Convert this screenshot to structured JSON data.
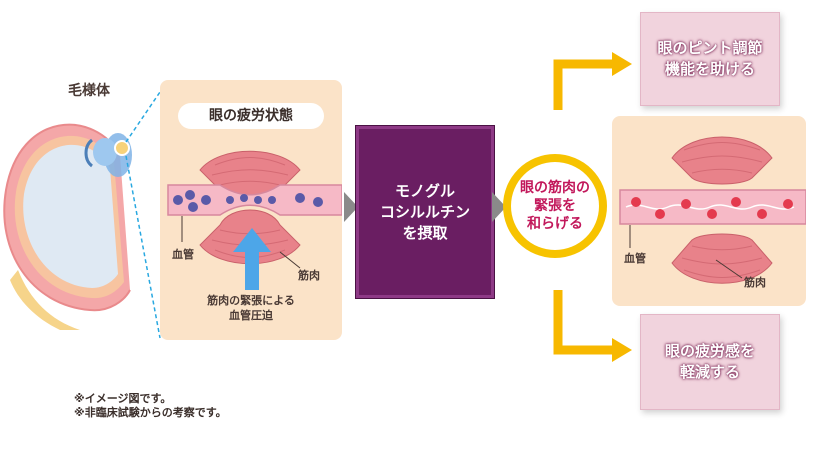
{
  "eye_label": "毛様体",
  "left_panel": {
    "title": "眼の疲労状態",
    "vessel_label": "血管",
    "muscle_label": "筋肉",
    "caption_line1": "筋肉の緊張による",
    "caption_line2": "血管圧迫"
  },
  "process": {
    "lines": [
      "モノグル",
      "コシルルチン",
      "を摂取"
    ]
  },
  "effect": {
    "lines": [
      "眼の筋肉の",
      "緊張を",
      "和らげる"
    ]
  },
  "right_panel": {
    "vessel_label": "血管",
    "muscle_label": "筋肉"
  },
  "results": [
    {
      "lines": [
        "眼のピント調節",
        "機能を助ける"
      ]
    },
    {
      "lines": [
        "眼の疲労感を",
        "軽減する"
      ]
    }
  ],
  "notes": [
    "※イメージ図です。",
    "※非臨床試験からの考察です。"
  ],
  "colors": {
    "panel": "#fbe3c8",
    "muscle": "#e8828a",
    "vessel": "#f6b9c6",
    "blood_cell_blue": "#5a5aa8",
    "blood_cell_red": "#e43a4e",
    "process_bg": "#6a1e62",
    "arrow_yellow": "#f7b800",
    "pressure_arrow": "#4da6e8"
  }
}
